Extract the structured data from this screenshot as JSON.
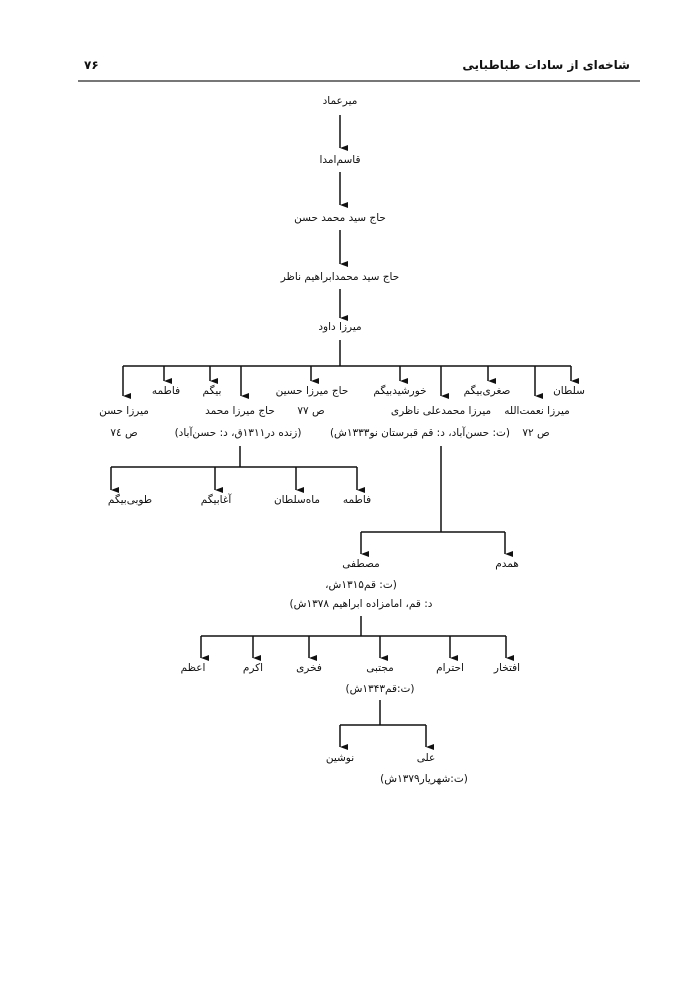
{
  "header": {
    "title": "شاخه‌ای از سادات طباطبایی",
    "page_number": "۷۶"
  },
  "tree": {
    "chain": [
      "میرعماد",
      "قاسم‌امدا",
      "حاج سید محمد حسن",
      "حاج سید محمدابراهیم ناظر",
      "میرزا داود"
    ],
    "davood_children": {
      "mirza_hasan": {
        "name": "میرزا حسن",
        "note": "ص ۷٤"
      },
      "fatemeh": {
        "name": "فاطمه"
      },
      "begum": {
        "name": "بیگم"
      },
      "haj_mirza_mohammad": {
        "name": "حاج میرزا محمد",
        "note": "(زنده در۱۳۱۱ق، د: حسن‌آباد)"
      },
      "haj_mirza_hossein": {
        "name": "حاج میرزا حسین",
        "note": "ص ۷۷"
      },
      "khorshid_begum": {
        "name": "خورشیدبیگم"
      },
      "mirza_mohammadali": {
        "name": "میرزا محمدعلی ناظری",
        "note": "(ت: حسن‌آباد، د: قم قبرستان نو۱۳۳۳ش)"
      },
      "soghra_begum": {
        "name": "صغری‌بیگم"
      },
      "mirza_nematollah": {
        "name": "میرزا نعمت‌الله",
        "note": "ص ۷۲"
      },
      "soltan": {
        "name": "سلطان"
      }
    },
    "mohammad_children": [
      "طوبی‌بیگم",
      "آغابیگم",
      "ماه‌سلطان",
      "فاطمه"
    ],
    "mohammadali_children": {
      "mostafa": {
        "name": "مصطفی",
        "note1": "(ت: قم۱۳۱۵ش،",
        "note2": "د: قم، امامزاده ابراهیم ۱۳۷۸ش)"
      },
      "hamdam": {
        "name": "همدم"
      }
    },
    "mostafa_children": {
      "azam": "اعظم",
      "akram": "اکرم",
      "fakhri": "فخری",
      "mojtaba": "مجتبی",
      "mojtaba_note": "(ت:قم۱۳۴۳ش)",
      "ehteram": "احترام",
      "eftekhar": "افتخار"
    },
    "mojtaba_children": {
      "nooshin": "نوشین",
      "ali": "علی",
      "ali_note": "(ت:شهریار۱۳۷۹ش)"
    }
  }
}
